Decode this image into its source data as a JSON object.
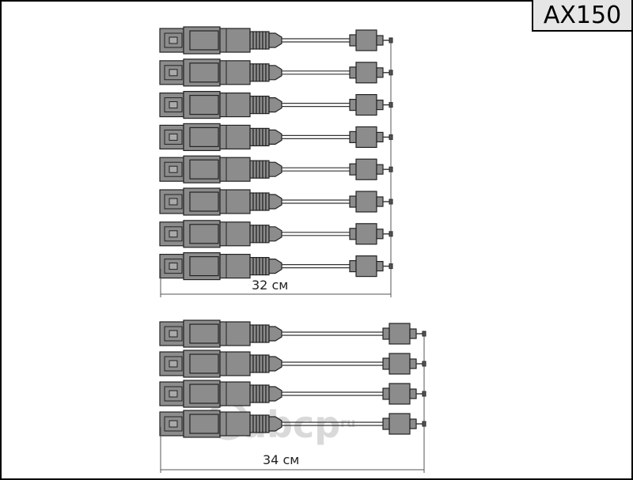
{
  "part_code": "AX150",
  "groups": [
    {
      "cable_count": 8,
      "dimension_label": "32 см"
    },
    {
      "cable_count": 4,
      "dimension_label": "34 см"
    }
  ],
  "watermark": {
    "text": "abcp",
    "suffix": ".ru"
  },
  "colors": {
    "boot_fill": "#8c8c8c",
    "boot_stroke": "#222222",
    "wire": "#333333",
    "background": "#ffffff",
    "code_box": "#e6e6e6",
    "watermark": "#d9d9d9"
  }
}
